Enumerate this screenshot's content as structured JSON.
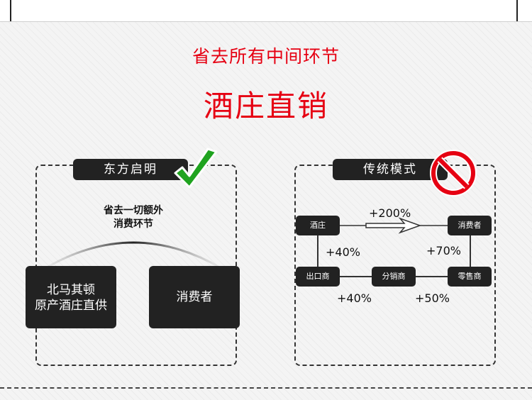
{
  "headline": {
    "subtitle": "省去所有中间环节",
    "title": "酒庄直销"
  },
  "left_panel": {
    "tab_label": "东方启明",
    "icon": "check-icon",
    "caption_line1": "省去一切额外",
    "caption_line2": "消费环节",
    "origin_line1": "北马其顿",
    "origin_line2": "原产酒庄直供",
    "consumer": "消费者"
  },
  "right_panel": {
    "tab_label": "传统模式",
    "icon": "prohibited-icon",
    "nodes": {
      "winery": "酒庄",
      "consumer": "消费者",
      "port": "出口商",
      "distributor": "分销商",
      "retailer": "零售商"
    },
    "markups": {
      "direct": "+200%",
      "winery_to_port": "+40%",
      "port_to_distributor": "+40%",
      "distributor_to_retailer": "+50%",
      "retailer_to_consumer": "+70%"
    }
  },
  "colors": {
    "accent_red": "#e60012",
    "check_green": "#1fa31f",
    "dark_box": "#222222"
  }
}
